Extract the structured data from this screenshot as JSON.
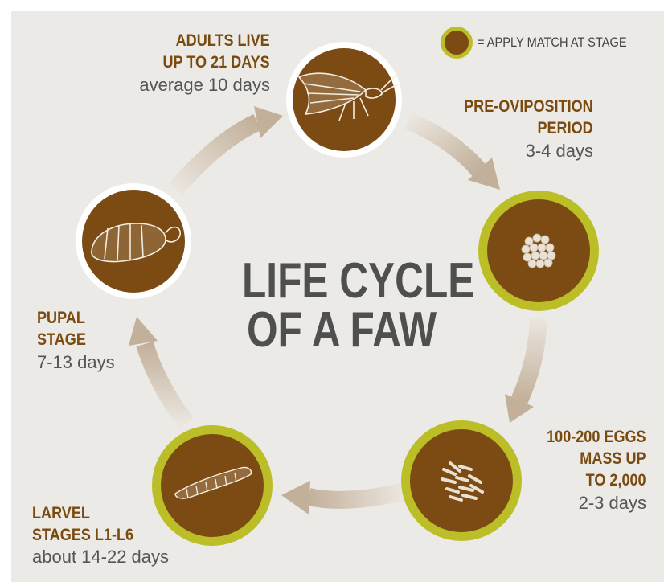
{
  "title": {
    "line1": "LIFE CYCLE",
    "line2": "OF A FAW"
  },
  "legend": {
    "text": "= APPLY MATCH AT STAGE",
    "icon": "stage-circle-icon",
    "dot_color": "#7c4b13",
    "ring_color": "#bcbe27"
  },
  "colors": {
    "background": "#ebeae6",
    "circle_fill": "#7c4b13",
    "ring_highlight": "#bcbe27",
    "ring_plain": "#ffffff",
    "label_bold": "#7a4a0f",
    "label_duration": "#555555",
    "arrow": "#c7b7a3"
  },
  "stages": [
    {
      "id": "adults",
      "lines": [
        "ADULTS LIVE",
        "UP TO 21 DAYS"
      ],
      "duration": "average 10 days",
      "icon": "moth-icon",
      "apply_match": false
    },
    {
      "id": "pre-oviposition",
      "lines": [
        "PRE-OVIPOSITION",
        "PERIOD"
      ],
      "duration": "3-4 days",
      "icon": "egg-mass-icon",
      "apply_match": true
    },
    {
      "id": "eggs",
      "lines": [
        "100-200 EGGS",
        "MASS UP",
        "TO 2,000"
      ],
      "duration": "2-3 days",
      "icon": "eggs-icon",
      "apply_match": true
    },
    {
      "id": "larval",
      "lines": [
        "LARVEL",
        "STAGES L1-L6"
      ],
      "duration": "about 14-22 days",
      "icon": "caterpillar-icon",
      "apply_match": true
    },
    {
      "id": "pupal",
      "lines": [
        "PUPAL",
        "STAGE"
      ],
      "duration": "7-13 days",
      "icon": "pupa-icon",
      "apply_match": false
    }
  ]
}
